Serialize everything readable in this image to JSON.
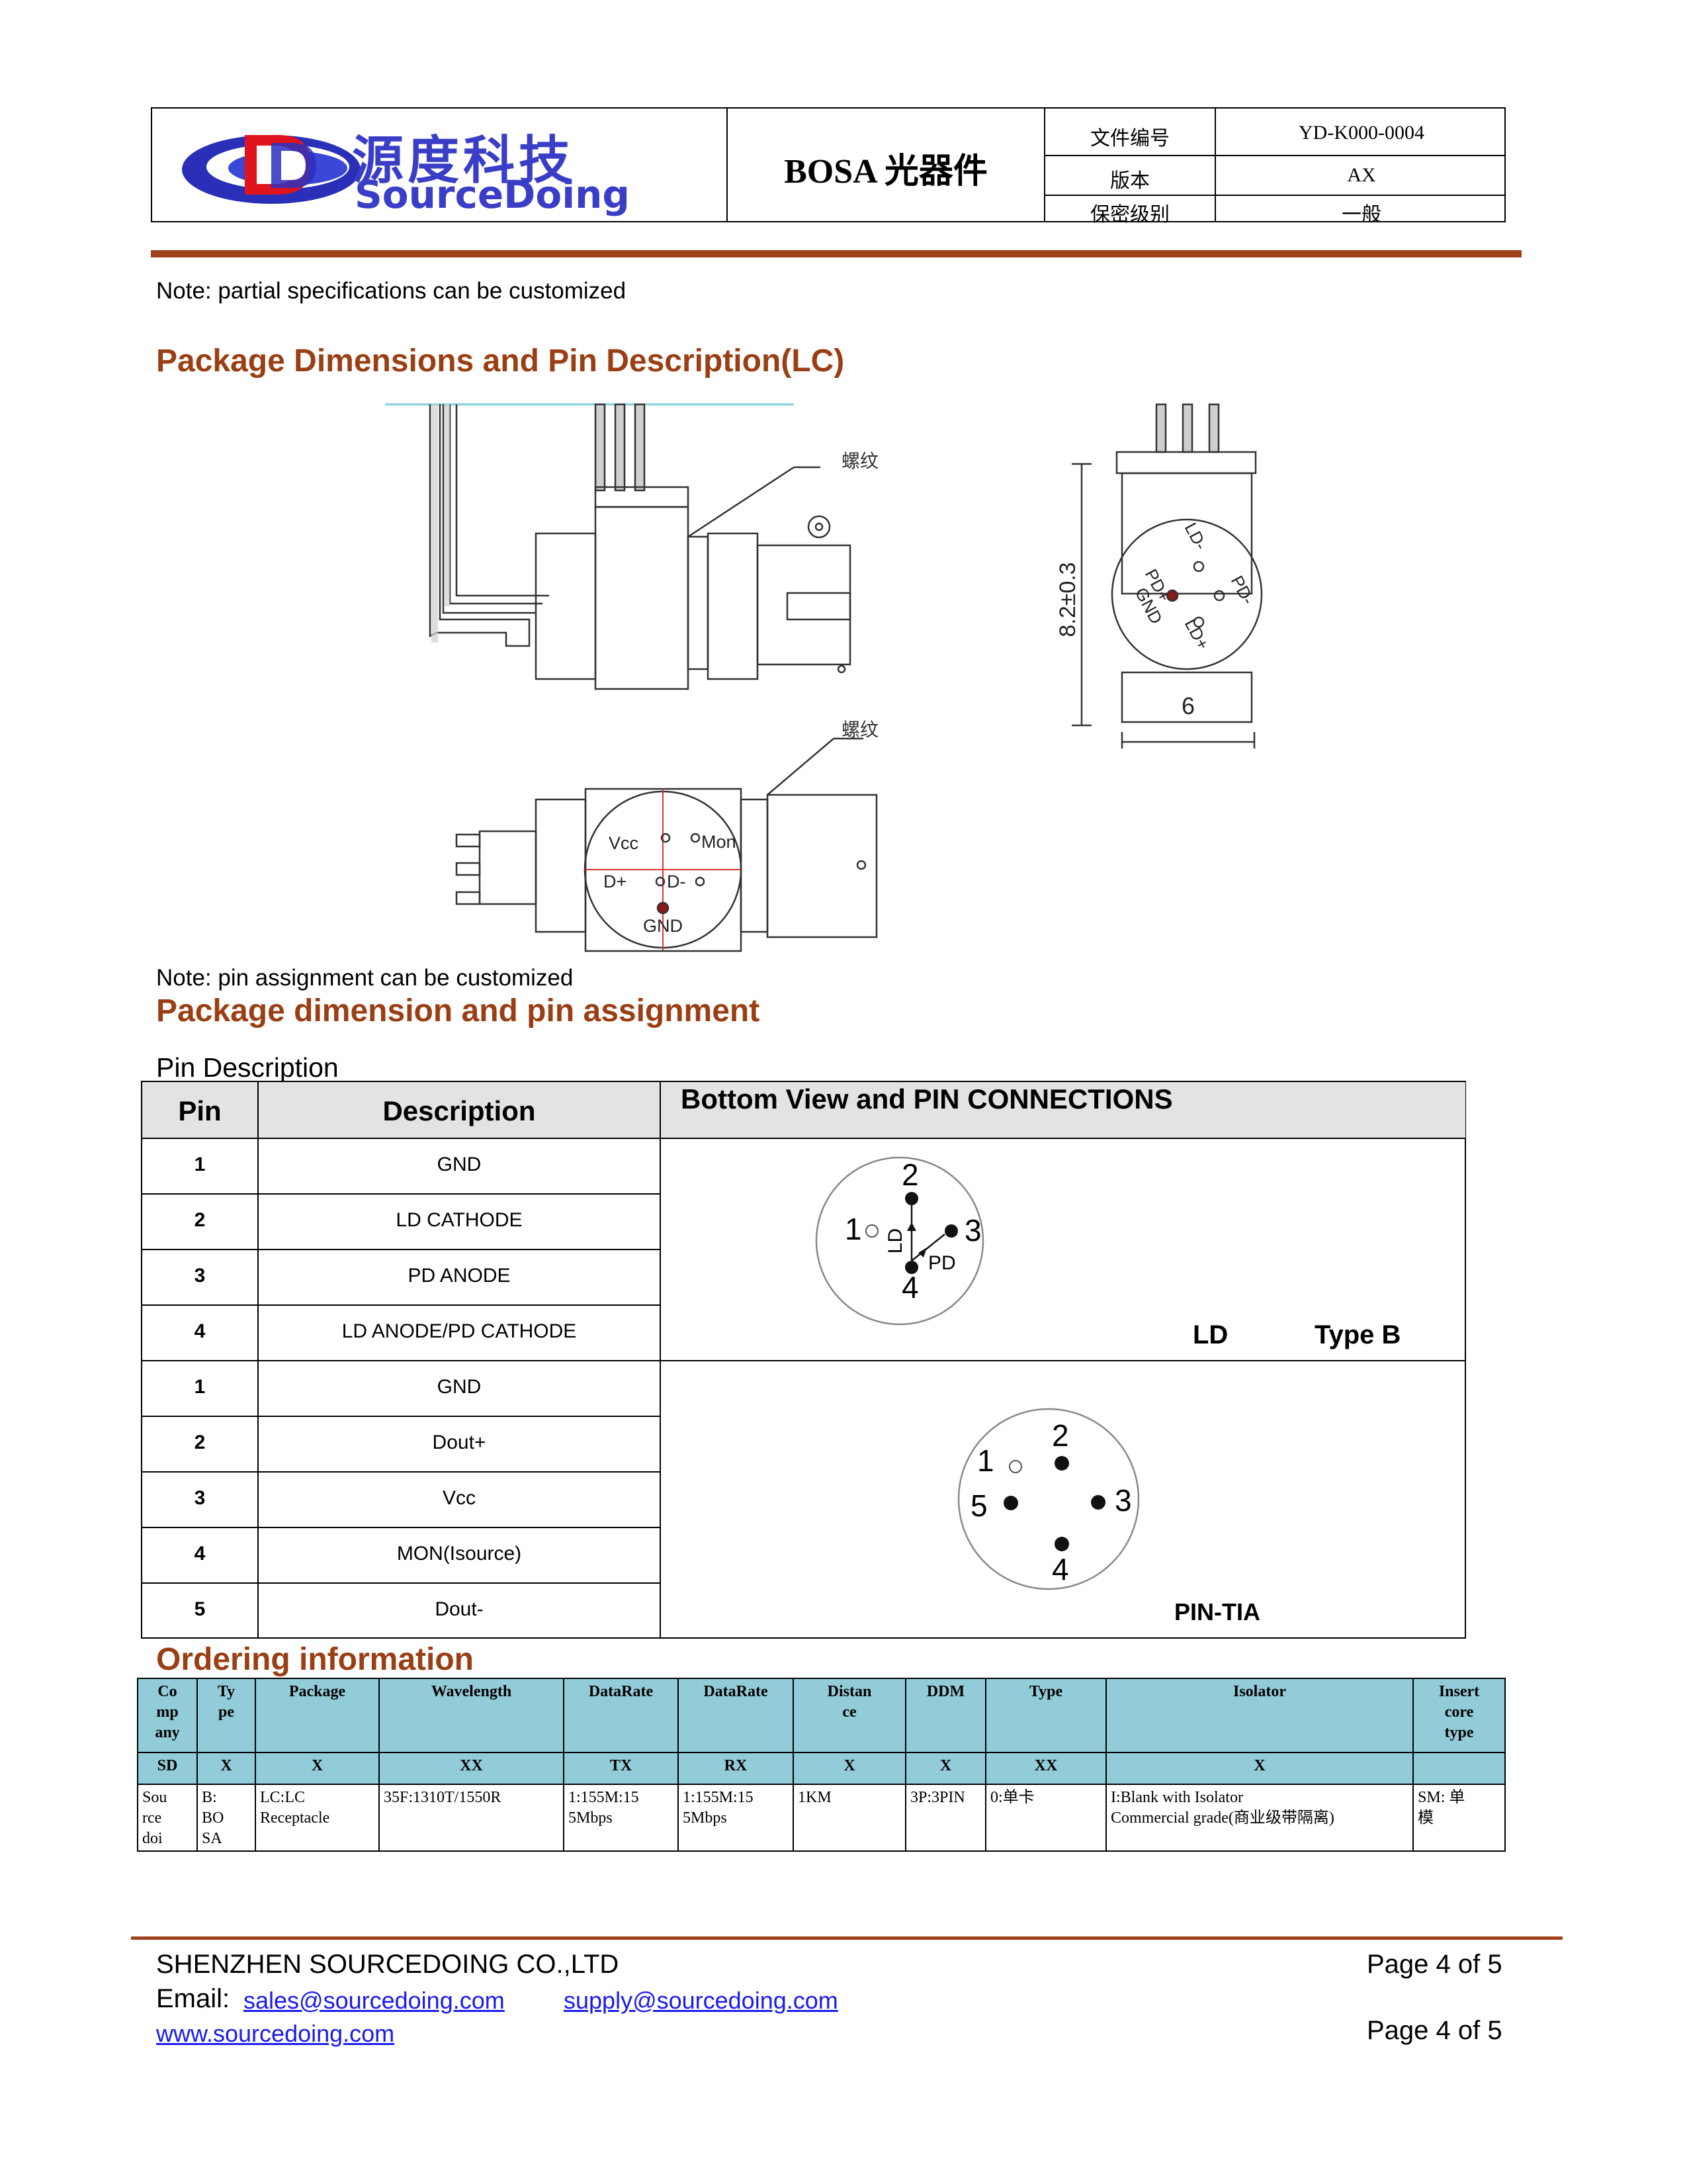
{
  "header": {
    "company_cn": "源度科技",
    "company_en": "SourceDoing",
    "title": "BOSA 光器件",
    "meta": [
      {
        "label": "文件编号",
        "value": "YD-K000-0004"
      },
      {
        "label": "版本",
        "value": "AX"
      },
      {
        "label": "保密级别",
        "value": "一般"
      }
    ]
  },
  "note1": "Note: partial specifications can be customized",
  "section1_title": "Package Dimensions and Pin Description(LC)",
  "drawing": {
    "thread_label_1": "螺纹",
    "thread_label_2": "螺纹",
    "dim_height": "8.2±0.3",
    "dim_width": "6",
    "side_pins": [
      "LD-",
      "PD-",
      "PD+",
      "GND",
      "LD+"
    ],
    "bottom_pins": [
      "Vcc",
      "Mon",
      "D+",
      "D-",
      "GND"
    ]
  },
  "note2": "Note: pin assignment can be customized",
  "section2_title": "Package dimension and pin assignment",
  "pin_desc_label": "Pin Description",
  "pin_table": {
    "headers": {
      "pin": "Pin",
      "description": "Description",
      "view": "Bottom View and PIN CONNECTIONS"
    },
    "group1": {
      "rows": [
        {
          "pin": "1",
          "desc": "GND"
        },
        {
          "pin": "2",
          "desc": "LD CATHODE"
        },
        {
          "pin": "3",
          "desc": "PD ANODE"
        },
        {
          "pin": "4",
          "desc": "LD ANODE/PD CATHODE"
        }
      ],
      "diagram_numbers": [
        "1",
        "2",
        "3",
        "4"
      ],
      "diagram_labels": {
        "ld": "LD",
        "pd": "PD"
      },
      "caption_a": "LD",
      "caption_b": "Type B"
    },
    "group2": {
      "rows": [
        {
          "pin": "1",
          "desc": "GND"
        },
        {
          "pin": "2",
          "desc": "Dout+"
        },
        {
          "pin": "3",
          "desc": "Vcc"
        },
        {
          "pin": "4",
          "desc": "MON(Isource)"
        },
        {
          "pin": "5",
          "desc": "Dout-"
        }
      ],
      "diagram_numbers": [
        "1",
        "2",
        "3",
        "4",
        "5"
      ],
      "caption": "PIN-TIA"
    }
  },
  "section3_title": "Ordering information",
  "order_table": {
    "headers": [
      "Company",
      "Type",
      "Package",
      "Wavelength",
      "DataRate TX",
      "DataRate RX",
      "Distance",
      "DDM",
      "Type",
      "Isolator",
      "Insert core type"
    ],
    "header_display": [
      "Co\nmp\nany",
      "Ty\npe",
      "Package",
      "Wavelength",
      "DataRate",
      "DataRate",
      "Distan\nce",
      "DDM",
      "Type",
      "Isolator",
      "Insert\ncore\ntype"
    ],
    "codes": [
      "SD",
      "X",
      "X",
      "XX",
      "TX",
      "RX",
      "X",
      "X",
      "XX",
      "X",
      ""
    ],
    "values": [
      "Sou\nrce\ndoi",
      "B:\nBO\nSA",
      "LC:LC\nReceptacle",
      "35F:1310T/1550R",
      "1:155M:15\n5Mbps",
      "1:155M:15\n5Mbps",
      "1KM",
      "3P:3PIN",
      "0:单卡",
      "I:Blank with Isolator\nCommercial grade(商业级带隔离)",
      "SM: 单\n模"
    ]
  },
  "footer": {
    "company": "SHENZHEN SOURCEDOING CO.,LTD",
    "page1": "Page 4 of 5",
    "email_label": "Email:",
    "email1": "sales@sourcedoing.com",
    "email2": "supply@sourcedoing.com",
    "website": "www.sourcedoing.com",
    "page2": "Page 4 of 5"
  },
  "colors": {
    "accent_rule": "#a0421b",
    "section_title": "#9a3f14",
    "table_header": "#93ccd9",
    "link": "#1a1aee"
  }
}
